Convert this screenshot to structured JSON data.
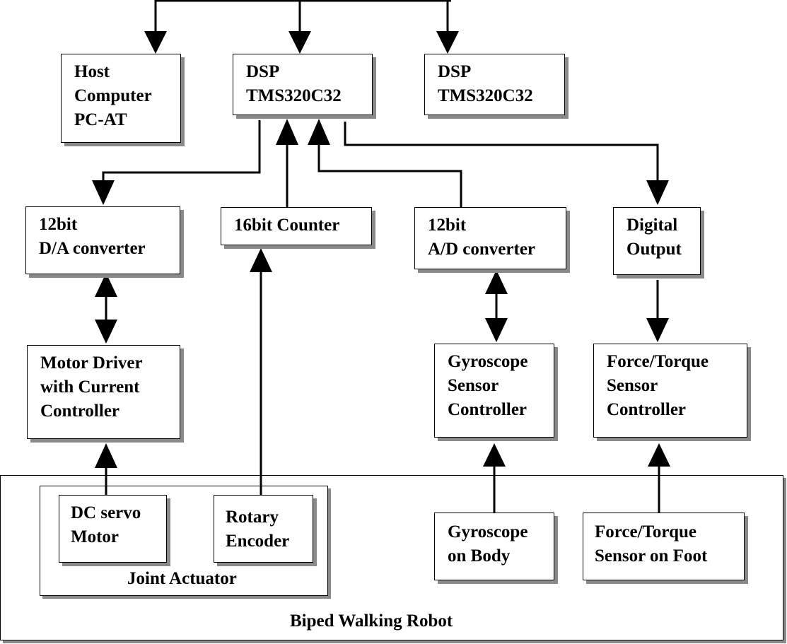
{
  "blocks": {
    "host_computer": [
      "Host",
      "Computer",
      "PC-AT"
    ],
    "dsp_1": [
      "DSP",
      "TMS320C32"
    ],
    "dsp_2": [
      "DSP",
      "TMS320C32"
    ],
    "da_converter": [
      "12bit",
      "D/A converter"
    ],
    "counter": [
      "16bit Counter"
    ],
    "ad_converter": [
      "12bit",
      "A/D converter"
    ],
    "digital_output": [
      "Digital",
      "Output"
    ],
    "motor_driver": [
      "Motor Driver",
      "with Current",
      "Controller"
    ],
    "gyro_controller": [
      "Gyroscope",
      "Sensor",
      "Controller"
    ],
    "ft_controller": [
      "Force/Torque",
      "Sensor",
      "Controller"
    ],
    "dc_motor": [
      "DC servo",
      "Motor"
    ],
    "rotary_encoder": [
      "Rotary",
      "Encoder"
    ],
    "gyro_body": [
      "Gyroscope",
      "on Body"
    ],
    "ft_foot": [
      "Force/Torque",
      "Sensor on Foot"
    ]
  },
  "groups": {
    "joint_actuator": "Joint Actuator",
    "biped_robot": "Biped Walking Robot"
  }
}
